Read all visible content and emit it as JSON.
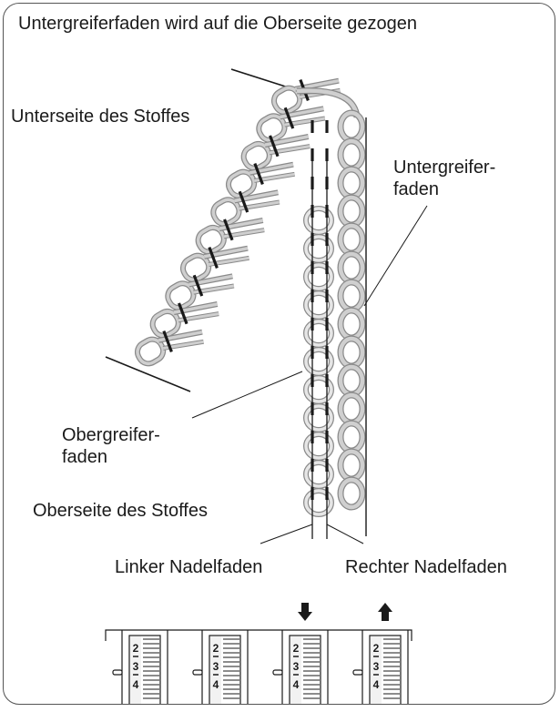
{
  "title": "Untergreiferfaden wird auf die Oberseite gezogen",
  "labels": {
    "unterseite": "Unterseite des Stoffes",
    "untergreifer_line1": "Untergreifer-",
    "untergreifer_line2": "faden",
    "obergreifer_line1": "Obergreifer-",
    "obergreifer_line2": "faden",
    "oberseite": "Oberseite des Stoffes",
    "linker": "Linker Nadelfaden",
    "rechter": "Rechter Nadelfaden"
  },
  "dials": [
    {
      "numbers": [
        "2",
        "3",
        "4"
      ],
      "arrow": "none"
    },
    {
      "numbers": [
        "2",
        "3",
        "4"
      ],
      "arrow": "none"
    },
    {
      "numbers": [
        "2",
        "3",
        "4"
      ],
      "arrow": "down"
    },
    {
      "numbers": [
        "2",
        "3",
        "4"
      ],
      "arrow": "up"
    }
  ],
  "colors": {
    "thread_light": "#cfcfcf",
    "thread_dark": "#8a8a8a",
    "ink": "#1a1a1a",
    "frame": "#555555"
  }
}
